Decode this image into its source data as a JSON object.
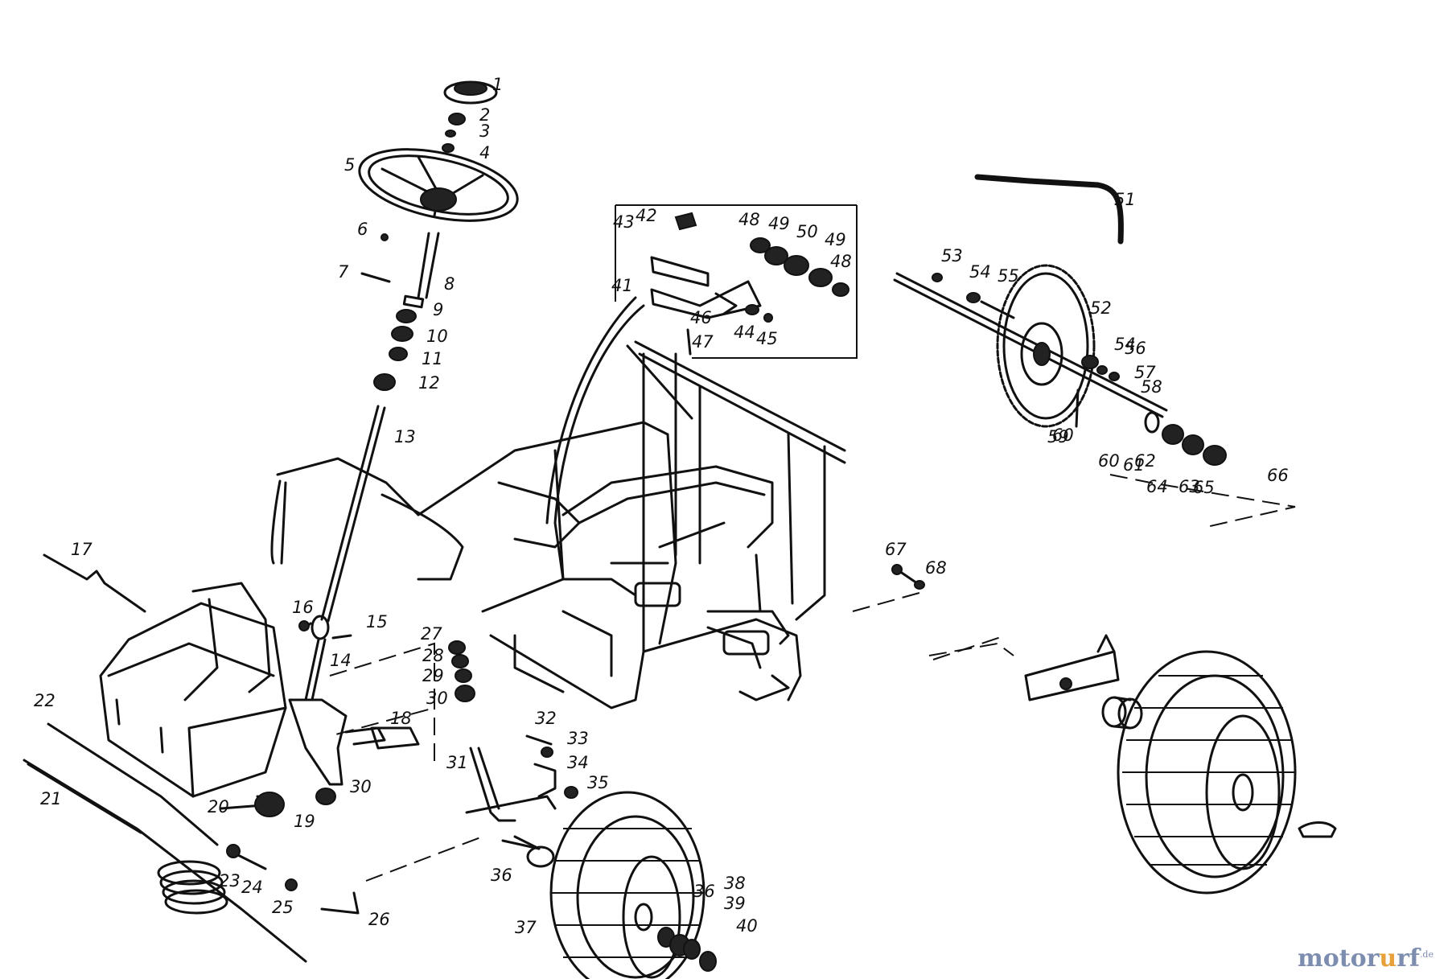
{
  "watermark": {
    "brand_a": "motor",
    "brand_b": "u",
    "brand_c": "f",
    "brand_r": "r",
    "tld": ".de"
  },
  "callouts": [
    "1",
    "2",
    "3",
    "4",
    "5",
    "6",
    "7",
    "8",
    "9",
    "10",
    "11",
    "12",
    "13",
    "14",
    "15",
    "16",
    "17",
    "18",
    "19",
    "20",
    "21",
    "22",
    "23",
    "24",
    "25",
    "26",
    "27",
    "28",
    "29",
    "30",
    "30",
    "31",
    "32",
    "33",
    "34",
    "35",
    "36",
    "36",
    "37",
    "38",
    "39",
    "40",
    "41",
    "42",
    "43",
    "44",
    "45",
    "46",
    "47",
    "48",
    "48",
    "49",
    "49",
    "50",
    "51",
    "52",
    "53",
    "54",
    "54",
    "55",
    "56",
    "57",
    "58",
    "59",
    "60",
    "60",
    "61",
    "62",
    "63",
    "64",
    "65",
    "66",
    "67",
    "68"
  ]
}
